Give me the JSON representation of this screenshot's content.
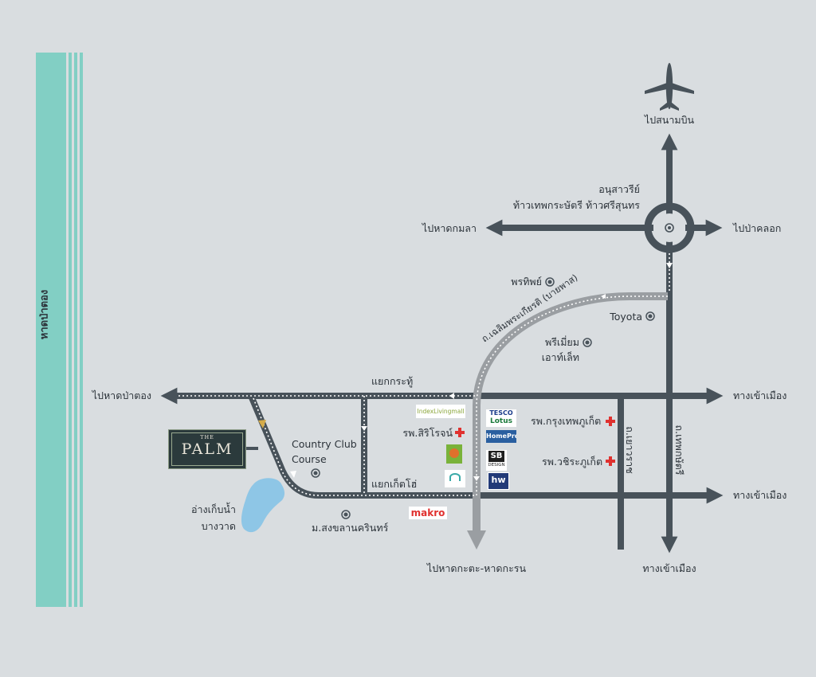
{
  "map": {
    "beach_label": "หาดป่าตอง",
    "project": {
      "the": "THE",
      "name": "PALM"
    },
    "labels": {
      "airport": "ไปสนามบิน",
      "monument_line1": "อนุสาวรีย์",
      "monument_line2": "ท้าวเทพกระษัตรี ท้าวศรีสุนทร",
      "to_kamala": "ไปหาดกมลา",
      "to_paklok": "ไปป่าคลอก",
      "porntip": "พรทิพย์",
      "chalermprakiat_road": "ถ.เฉลิมพระเกียรติ (บายพาส)",
      "toyota": "Toyota",
      "premium_outlet_line1": "พรีเมี่ยม",
      "premium_outlet_line2": "เอาท์เล็ท",
      "kathu_junction": "แยกกระทู้",
      "to_patong": "ไปหาดป่าตอง",
      "to_town_1": "ทางเข้าเมือง",
      "siriroj_hospital": "รพ.สิริโรจน์",
      "bangkok_phuket_hospital": "รพ.กรุงเทพภูเก็ต",
      "vachira_hospital": "รพ.วชิระภูเก็ต",
      "yaowarat_road": "ถ.เยาวราช",
      "thepkrasattri_road": "ถ.เทพกษัตรี",
      "country_club_line1": "Country Club",
      "country_club_line2": "Course",
      "kokkeo_junction": "แยกเก็ตโฮ่",
      "reservoir_line1": "อ่างเก็บน้ำ",
      "reservoir_line2": "บางวาด",
      "psu": "ม.สงขลานครินทร์",
      "to_town_2": "ทางเข้าเมือง",
      "to_kata_karon": "ไปหาดกะตะ-หาดกะรน",
      "to_town_3": "ทางเข้าเมือง"
    },
    "logos": {
      "indexliving": "IndexLivingmall",
      "tesco": "TESCO",
      "lotus": "Lotus",
      "homepro": "HomePro",
      "sb": "SB",
      "design": "DESIGN",
      "hw": "hw",
      "makro": "makro"
    },
    "colors": {
      "background": "#d9dde0",
      "road": "#48525a",
      "bypass": "#9a9ea2",
      "beach": "#82cfc4",
      "reservoir": "#8ec6e6",
      "hospital": "#e0312f",
      "makro": "#e0312f"
    }
  }
}
